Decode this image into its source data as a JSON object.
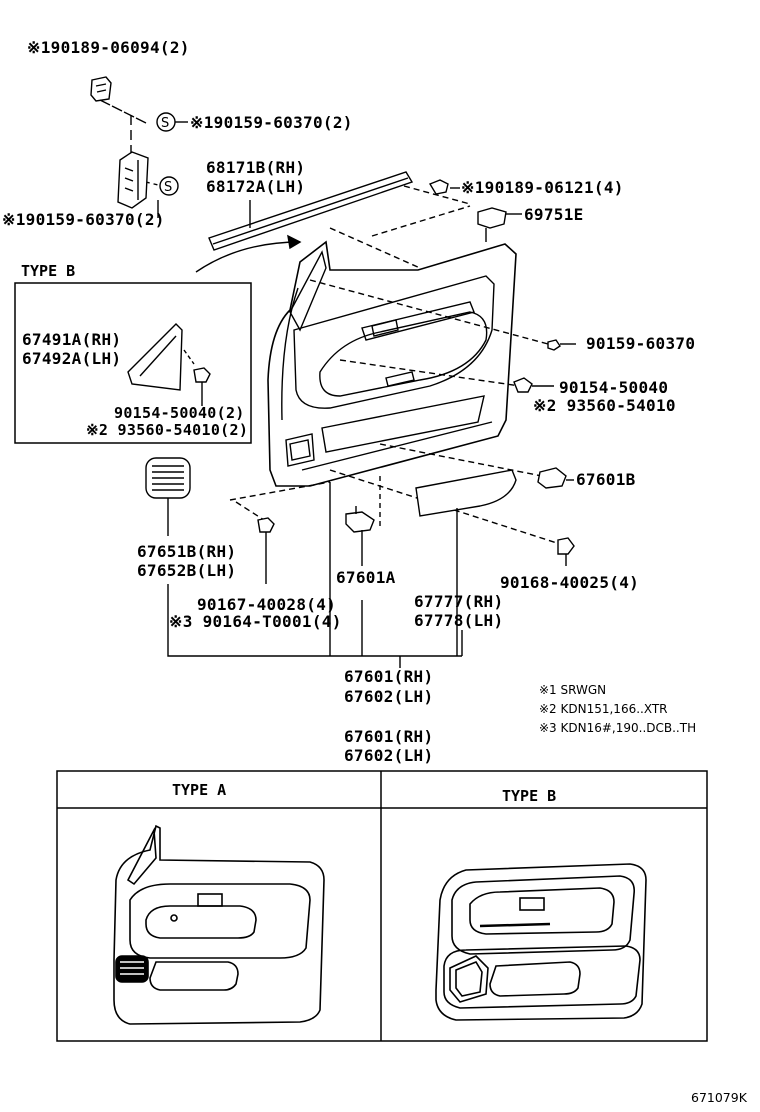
{
  "callouts": {
    "c1": "※190189-06094(2)",
    "c2": "※190159-60370(2)",
    "c3": "※190159-60370(2)",
    "c4_rh": "68171B(RH)",
    "c4_lh": "68172A(LH)",
    "c5": "※190189-06121(4)",
    "c6": "69751E",
    "type_b_label": "TYPE B",
    "c7_rh": "67491A(RH)",
    "c7_lh": "67492A(LH)",
    "c8a": "90154-50040(2)",
    "c8b": "※2 93560-54010(2)",
    "c9": "90159-60370",
    "c10a": "90154-50040",
    "c10b": "※2 93560-54010",
    "c11": "67601B",
    "c12_rh": "67651B(RH)",
    "c12_lh": "67652B(LH)",
    "c13": "67601A",
    "c14": "90168-40025(4)",
    "c15a": "90167-40028(4)",
    "c15b": "※3 90164-T0001(4)",
    "c16_rh": "67777(RH)",
    "c16_lh": "67778(LH)",
    "c17_rh": "67601(RH)",
    "c17_lh": "67602(LH)",
    "c18_rh": "67601(RH)",
    "c18_lh": "67602(LH)"
  },
  "notes": [
    "※1 SRWGN",
    "※2 KDN151,166..XTR",
    "※3 KDN16#,190..DCB..TH"
  ],
  "variants": {
    "type_a": "TYPE A",
    "type_b": "TYPE B"
  },
  "diagram_code": "671079K"
}
